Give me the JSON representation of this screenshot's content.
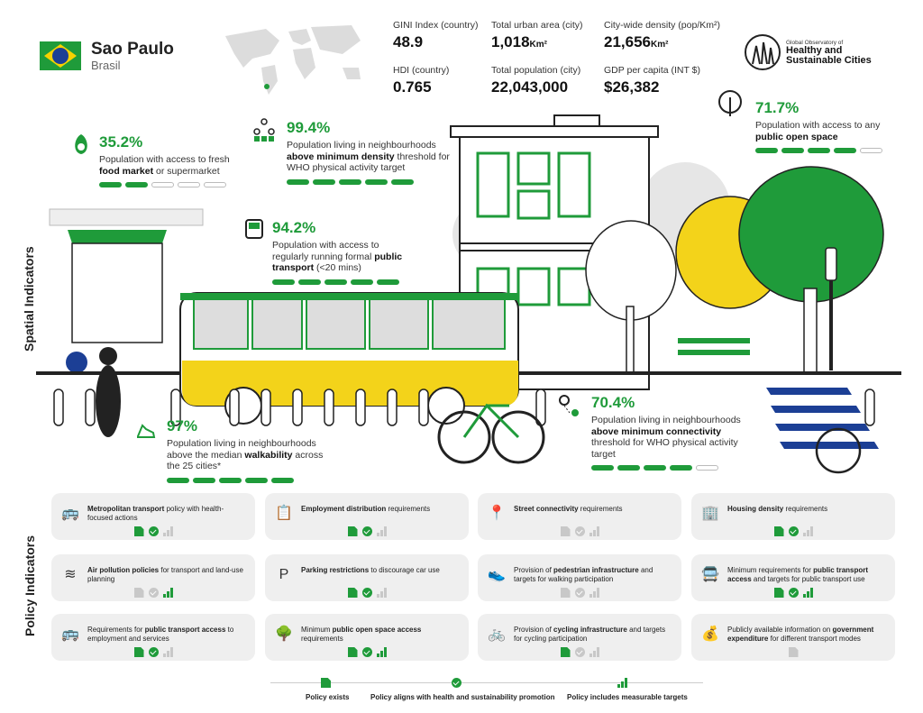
{
  "header": {
    "city": "Sao Paulo",
    "country": "Brasil",
    "stats": [
      {
        "label": "GINI Index (country)",
        "value": "48.9",
        "unit": ""
      },
      {
        "label": "Total urban area (city)",
        "value": "1,018",
        "unit": "Km²"
      },
      {
        "label": "City-wide density (pop/Km²)",
        "value": "21,656",
        "unit": "Km²"
      },
      {
        "label": "HDI (country)",
        "value": "0.765",
        "unit": ""
      },
      {
        "label": "Total population (city)",
        "value": "22,043,000",
        "unit": ""
      },
      {
        "label": "GDP per capita (INT $)",
        "value": "$26,382",
        "unit": ""
      }
    ],
    "logo_top": "Global Observatory of",
    "logo_bottom": "Healthy and Sustainable Cities"
  },
  "sections": {
    "spatial": "Spatial Indicators",
    "policy": "Policy Indicators"
  },
  "spatial": [
    {
      "pct": "35.2%",
      "pre": "Population with access to fresh ",
      "bold": "food market",
      "post": " or supermarket",
      "level": 2
    },
    {
      "pct": "99.4%",
      "pre": "Population living in neighbourhoods ",
      "bold": "above minimum density",
      "post": " threshold for WHO physical activity target",
      "level": 5
    },
    {
      "pct": "71.7%",
      "pre": "Population with access to any ",
      "bold": "public open space",
      "post": "",
      "level": 4
    },
    {
      "pct": "94.2%",
      "pre": "Population with access to regularly running formal ",
      "bold": "public transport",
      "post": " (<20 mins)",
      "level": 5
    },
    {
      "pct": "97%",
      "pre": "Population living in neighbourhoods above the median ",
      "bold": "walkability",
      "post": " across the 25 cities*",
      "level": 5
    },
    {
      "pct": "70.4%",
      "pre": "Population living in neighbourhoods ",
      "bold": "above minimum connectivity",
      "post": " threshold for WHO physical activity target",
      "level": 4
    }
  ],
  "policies": [
    {
      "icon": "bus-icon",
      "glyph": "🚌",
      "pre": "",
      "bold": "Metropolitan transport",
      "post": " policy with health-focused actions",
      "s": [
        1,
        1,
        0
      ]
    },
    {
      "icon": "clipboard-icon",
      "glyph": "📋",
      "pre": "",
      "bold": "Employment distribution",
      "post": " requirements",
      "s": [
        1,
        1,
        0
      ]
    },
    {
      "icon": "map-pin-icon",
      "glyph": "📍",
      "pre": "",
      "bold": "Street connectivity",
      "post": " requirements",
      "s": [
        0,
        0,
        0
      ]
    },
    {
      "icon": "buildings-icon",
      "glyph": "🏢",
      "pre": "",
      "bold": "Housing density",
      "post": " requirements",
      "s": [
        1,
        1,
        0
      ]
    },
    {
      "icon": "wind-icon",
      "glyph": "≋",
      "pre": "",
      "bold": "Air pollution policies",
      "post": " for transport and land-use planning",
      "s": [
        0,
        0,
        1
      ]
    },
    {
      "icon": "parking-icon",
      "glyph": "P",
      "pre": "",
      "bold": "Parking restrictions",
      "post": " to discourage car use",
      "s": [
        1,
        1,
        0
      ]
    },
    {
      "icon": "shoe-icon",
      "glyph": "👟",
      "pre": "Provision of ",
      "bold": "pedestrian infrastructure",
      "post": " and targets for walking participation",
      "s": [
        0,
        0,
        0
      ]
    },
    {
      "icon": "bus-front-icon",
      "glyph": "🚍",
      "pre": "Minimum requirements for ",
      "bold": "public transport access",
      "post": " and targets for public transport use",
      "s": [
        1,
        1,
        1
      ]
    },
    {
      "icon": "bus-icon",
      "glyph": "🚌",
      "pre": "Requirements for ",
      "bold": "public transport access",
      "post": " to employment and services",
      "s": [
        1,
        1,
        0
      ]
    },
    {
      "icon": "tree-icon",
      "glyph": "🌳",
      "pre": "Minimum ",
      "bold": "public open space access",
      "post": " requirements",
      "s": [
        1,
        1,
        1
      ]
    },
    {
      "icon": "bicycle-icon",
      "glyph": "🚲",
      "pre": "Provision of ",
      "bold": "cycling infrastructure",
      "post": " and targets for cycling participation",
      "s": [
        1,
        0,
        0
      ]
    },
    {
      "icon": "money-bag-icon",
      "glyph": "💰",
      "pre": "Publicly available information on ",
      "bold": "government expenditure",
      "post": " for different transport modes",
      "s": [
        0,
        -1,
        -1
      ]
    }
  ],
  "legend": {
    "exists": "Policy exists",
    "aligns": "Policy aligns with health and sustainability promotion",
    "targets": "Policy includes measurable targets"
  },
  "colors": {
    "green": "#1f9b3a",
    "yellow": "#f3d31a",
    "grey": "#c8c8c8"
  }
}
